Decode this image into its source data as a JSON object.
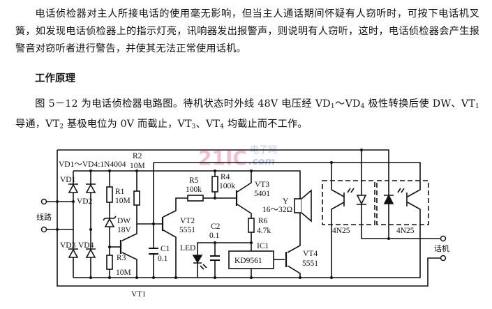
{
  "paragraph1": "电话侦检器对主人所接电话的使用毫无影响，但当主人通话期间怀疑有人窃听时，可按下电话机叉簧，如发现电话侦检器上的指示灯亮，讯响器发出报警声，则说明有人窃听，这时，电话侦检器会产生报警音对窃听者进行警告，并使其无法正常使用话机。",
  "heading": "工作原理",
  "paragraph2": {
    "s1": "图 5－12 为电话侦检器电路图。待机状态时外线 48V 电压经 VD",
    "sub1": "1",
    "s2": "～VD",
    "sub2": "4",
    "s3": " 极性转换后使 DW、VT",
    "sub3": "1",
    "s4": " 导通，VT",
    "sub4": "2",
    "s5": " 基极电位为 0V 而截止，VT",
    "sub5": "3",
    "s6": "、VT",
    "sub6": "4",
    "s7": " 均截止而不工作。"
  },
  "circuit": {
    "diode_note": "VD1～VD4:1N4004",
    "line_label": "线路",
    "phone_label": "话机",
    "components": {
      "VD1": "VD1",
      "VD2": "VD2",
      "VD3": "VD3",
      "VD4": "VD4",
      "R1": "R1",
      "R1_val": "10M",
      "R2": "R2",
      "R2_val": "10M",
      "R3": "R3",
      "R3_val": "10M",
      "R4": "R4",
      "R4_val": "100k",
      "R5": "R5",
      "R5_val": "100k",
      "R6": "R6",
      "R6_val": "4.7k",
      "DW": "DW",
      "DW_val": "18V",
      "VT1": "VT1",
      "VT2": "VT2",
      "VT2_val": "5551",
      "VT3": "VT3",
      "VT3_val": "5401",
      "VT4": "VT4",
      "VT4_val": "5551",
      "C1": "C1",
      "C1_val": "0.1",
      "C2": "C2",
      "C2_val": "0.1",
      "LED": "LED",
      "IC1": "IC1",
      "IC1_val": "KD9561",
      "Y": "Y",
      "Y_val": "16～32Ω",
      "opto1": "4N25",
      "opto2": "4N25"
    },
    "watermark": "21IC 电子网 .com"
  }
}
